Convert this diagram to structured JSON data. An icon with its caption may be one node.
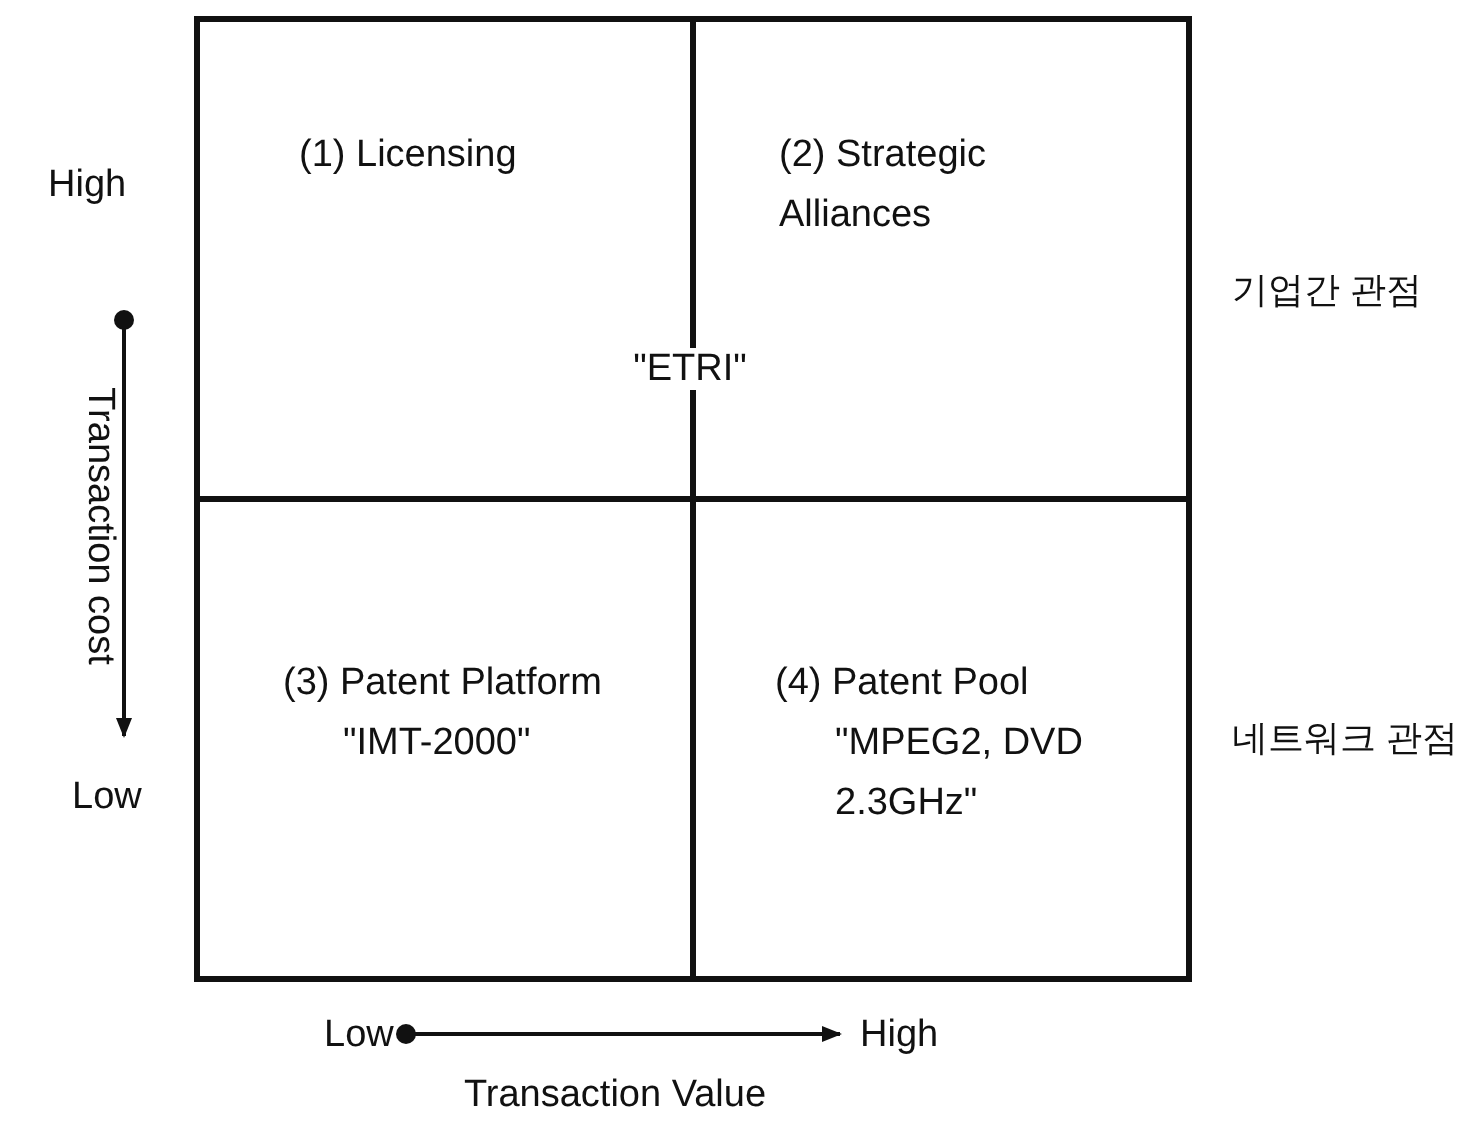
{
  "diagram": {
    "nodes": [
      {
        "text": [
          "(1) Licensing"
        ]
      },
      {
        "text": [
          "(2) Strategic Alliances"
        ]
      },
      {
        "text": [
          "(3) Patent Platform",
          "\"IMT-2000\""
        ]
      },
      {
        "text": [
          "(4) Patent Pool",
          "\"MPEG2, DVD 2.3GHz\""
        ]
      }
    ],
    "edges": [],
    "labels": [
      "High",
      "Transaction cost",
      "Low",
      "\"ETRI\"",
      "기업간 관점",
      "네트워크 관점",
      "Low",
      "High",
      "Transaction Value"
    ]
  }
}
